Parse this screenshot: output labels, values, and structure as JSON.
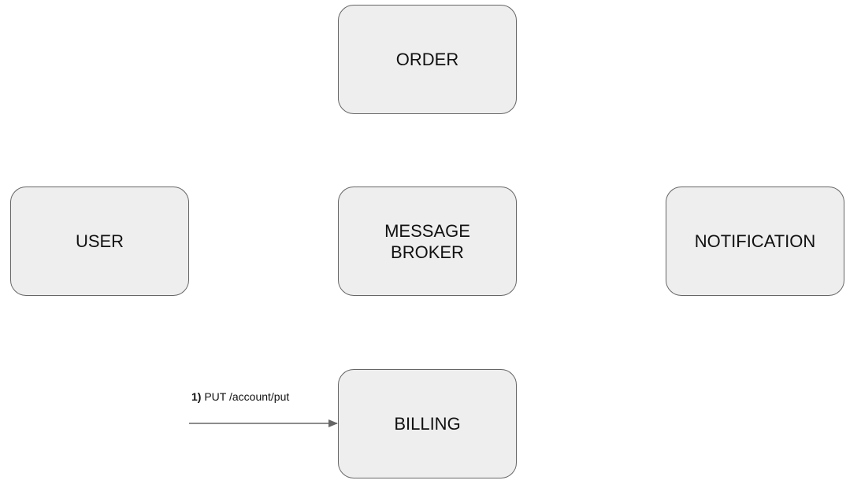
{
  "nodes": {
    "order": {
      "label": "ORDER"
    },
    "user": {
      "label": "USER"
    },
    "message_broker": {
      "label": "MESSAGE\nBROKER"
    },
    "notification": {
      "label": "NOTIFICATION"
    },
    "billing": {
      "label": "BILLING"
    }
  },
  "edges": [
    {
      "from": "user",
      "to": "billing",
      "step": "1)",
      "label": "PUT /account/put"
    }
  ],
  "colors": {
    "node_fill": "#eeeeee",
    "node_border": "#666666",
    "edge": "#666666",
    "text": "#111111"
  }
}
